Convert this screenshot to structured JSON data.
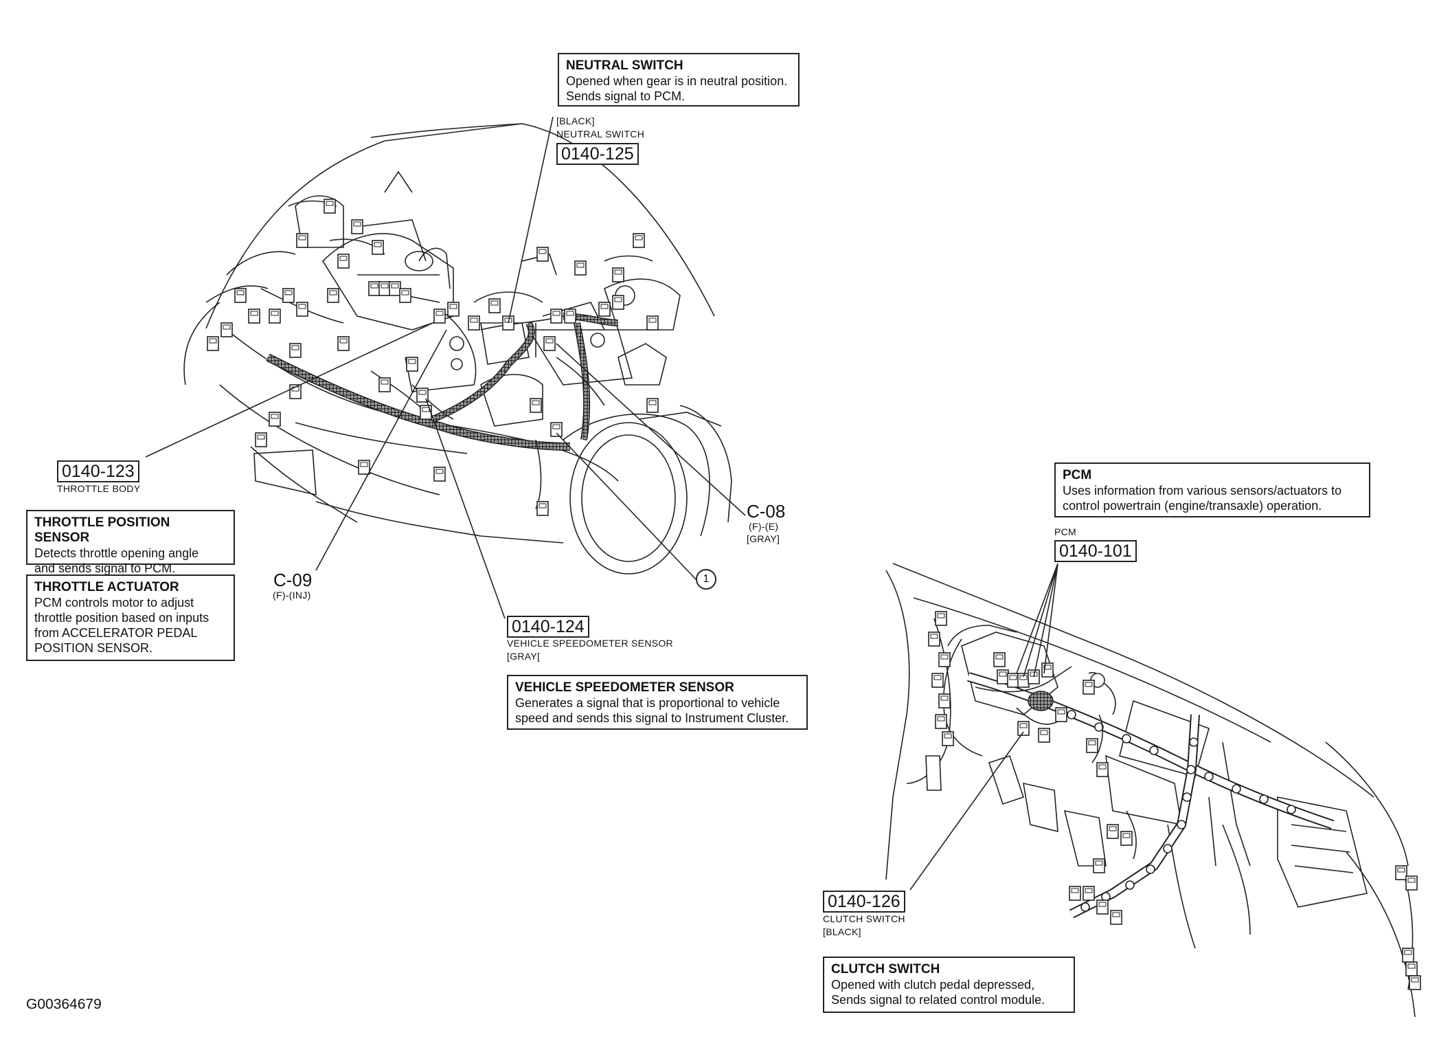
{
  "callouts": {
    "neutral_switch": {
      "title": "NEUTRAL SWITCH",
      "text": "Opened when gear is in neutral position.\nSends signal to PCM."
    },
    "throttle_position_sensor": {
      "title": "THROTTLE POSITION SENSOR",
      "text": "Detects throttle opening angle\nand sends signal to PCM."
    },
    "throttle_actuator": {
      "title": "THROTTLE ACTUATOR",
      "text": "PCM controls motor to adjust\nthrottle position based on inputs\nfrom ACCELERATOR PEDAL\nPOSITION SENSOR."
    },
    "vehicle_speedometer_sensor": {
      "title": "VEHICLE SPEEDOMETER SENSOR",
      "text": "Generates a signal that is proportional to vehicle\nspeed and sends this signal to Instrument Cluster."
    },
    "pcm": {
      "title": "PCM",
      "text": "Uses information from various sensors/actuators to\ncontrol powertrain (engine/transaxle) operation."
    },
    "clutch_switch": {
      "title": "CLUTCH SWITCH",
      "text": "Opened with clutch pedal depressed,\nSends signal to related control module."
    }
  },
  "components": {
    "c125": {
      "color": "[BLACK]",
      "name": "NEUTRAL SWITCH",
      "code": "0140-125"
    },
    "c123": {
      "code": "0140-123",
      "name": "THROTTLE BODY"
    },
    "c124": {
      "code": "0140-124",
      "name": "VEHICLE SPEEDOMETER SENSOR",
      "color": "[GRAY["
    },
    "c101": {
      "name": "PCM",
      "code": "0140-101"
    },
    "c126": {
      "code": "0140-126",
      "name": "CLUTCH SWITCH",
      "color": "[BLACK]"
    }
  },
  "connectors": {
    "c08": {
      "id": "C-08",
      "l1": "(F)-(E)",
      "l2": "[GRAY]"
    },
    "c09": {
      "id": "C-09",
      "l1": "(F)-(INJ)"
    }
  },
  "marker": "1",
  "figure_id": "G00364679"
}
